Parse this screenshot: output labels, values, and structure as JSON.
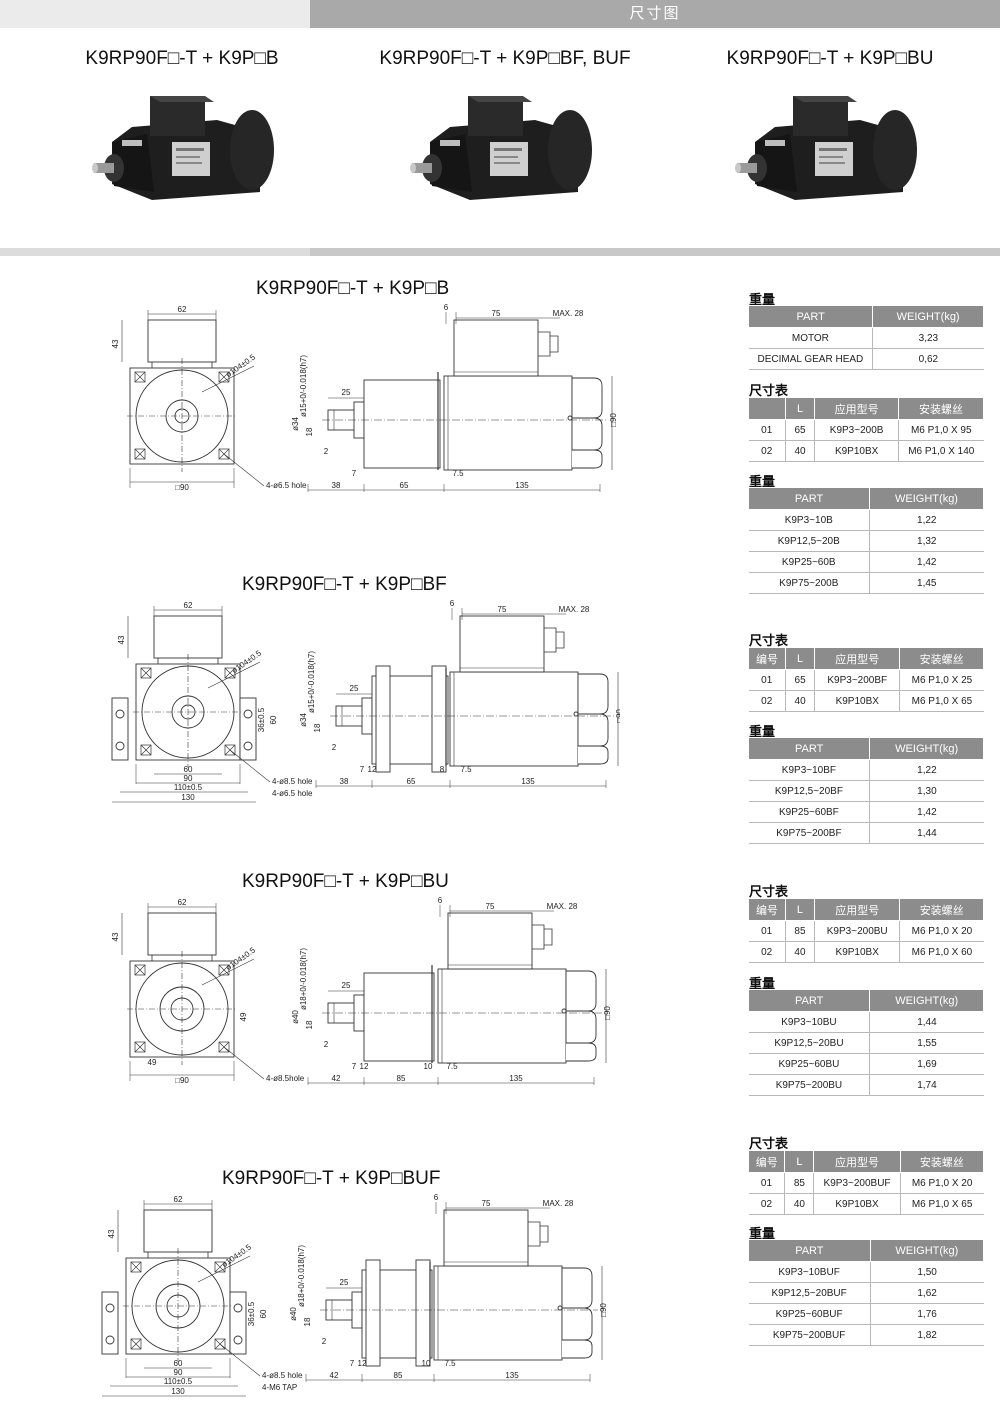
{
  "header": {
    "title": "尺寸图"
  },
  "top_models": [
    "K9RP90F□-T + K9P□B",
    "K9RP90F□-T + K9P□BF, BUF",
    "K9RP90F□-T + K9P□BU"
  ],
  "sections": [
    {
      "title": "K9RP90F□-T + K9P□B",
      "front": {
        "w": "62",
        "h": "43",
        "bolt": "ø104±0.5",
        "hole": "4-ø6.5 hole",
        "side": "□90",
        "extra": []
      },
      "side": {
        "shaft": "ø15+0/-0.018(h7)",
        "boss": "ø34",
        "key": "18",
        "len25": "25",
        "d6": "6",
        "d75": "75",
        "max": "MAX. 28",
        "d2": "2",
        "d7": "7",
        "d12": "",
        "dgap": "",
        "d75b": "7.5",
        "a": "38",
        "b": "65",
        "c": "135",
        "sq": "□90"
      }
    },
    {
      "title": "K9RP90F□-T + K9P□BF",
      "front": {
        "w": "62",
        "h": "43",
        "bolt": "ø104±0.5",
        "hole": "4-ø8.5 hole",
        "side": "130",
        "extra": [
          "4-ø6.5 hole",
          "60",
          "90",
          "110±0.5",
          "36±0.5",
          "60"
        ]
      },
      "side": {
        "shaft": "ø15+0/-0.018(h7)",
        "boss": "ø34",
        "key": "18",
        "len25": "25",
        "d6": "6",
        "d75": "75",
        "max": "MAX. 28",
        "d2": "2",
        "d7": "7",
        "d12": "12",
        "dgap": "8",
        "d75b": "7.5",
        "a": "38",
        "b": "65",
        "c": "135",
        "sq": "□90"
      }
    },
    {
      "title": "K9RP90F□-T + K9P□BU",
      "front": {
        "w": "62",
        "h": "43",
        "bolt": "ø104±0.5",
        "hole": "4-ø8.5hole",
        "side": "□90",
        "extra": [
          "49",
          "49"
        ]
      },
      "side": {
        "shaft": "ø18+0/-0.018(h7)",
        "boss": "ø40",
        "key": "18",
        "len25": "25",
        "d6": "6",
        "d75": "75",
        "max": "MAX. 28",
        "d2": "2",
        "d7": "7",
        "d12": "12",
        "dgap": "10",
        "d75b": "7.5",
        "a": "42",
        "b": "85",
        "c": "135",
        "sq": "□90"
      }
    },
    {
      "title": "K9RP90F□-T + K9P□BUF",
      "front": {
        "w": "62",
        "h": "43",
        "bolt": "ø104±0.5",
        "hole": "4-ø8.5 hole",
        "side": "130",
        "extra": [
          "4-M6 TAP",
          "60",
          "90",
          "110±0.5",
          "36±0.5",
          "60"
        ]
      },
      "side": {
        "shaft": "ø18+0/-0.018(h7)",
        "boss": "ø40",
        "key": "18",
        "len25": "25",
        "d6": "6",
        "d75": "75",
        "max": "MAX. 28",
        "d2": "2",
        "d7": "7",
        "d12": "12",
        "dgap": "10",
        "d75b": "7.5",
        "a": "42",
        "b": "85",
        "c": "135",
        "sq": "□90"
      }
    }
  ],
  "tables": {
    "label_weight": "重量",
    "label_dim": "尺寸表",
    "motor_weight": {
      "headers": [
        "PART",
        "WEIGHT(kg)"
      ],
      "rows": [
        [
          "MOTOR",
          "3,23"
        ],
        [
          "DECIMAL GEAR HEAD",
          "0,62"
        ]
      ]
    },
    "dim_b": {
      "headers": [
        "",
        "L",
        "应用型号",
        "安装螺丝"
      ],
      "rows": [
        [
          "01",
          "65",
          "K9P3~200B",
          "M6 P1,0 X 95"
        ],
        [
          "02",
          "40",
          "K9P10BX",
          "M6 P1,0 X 140"
        ]
      ]
    },
    "weight_b": {
      "headers": [
        "PART",
        "WEIGHT(kg)"
      ],
      "rows": [
        [
          "K9P3~10B",
          "1,22"
        ],
        [
          "K9P12,5~20B",
          "1,32"
        ],
        [
          "K9P25~60B",
          "1,42"
        ],
        [
          "K9P75~200B",
          "1,45"
        ]
      ]
    },
    "dim_bf": {
      "headers": [
        "编号",
        "L",
        "应用型号",
        "安装螺丝"
      ],
      "rows": [
        [
          "01",
          "65",
          "K9P3~200BF",
          "M6 P1,0 X 25"
        ],
        [
          "02",
          "40",
          "K9P10BX",
          "M6 P1,0 X 65"
        ]
      ]
    },
    "weight_bf": {
      "headers": [
        "PART",
        "WEIGHT(kg)"
      ],
      "rows": [
        [
          "K9P3~10BF",
          "1,22"
        ],
        [
          "K9P12,5~20BF",
          "1,30"
        ],
        [
          "K9P25~60BF",
          "1,42"
        ],
        [
          "K9P75~200BF",
          "1,44"
        ]
      ]
    },
    "dim_bu": {
      "headers": [
        "编号",
        "L",
        "应用型号",
        "安装螺丝"
      ],
      "rows": [
        [
          "01",
          "85",
          "K9P3~200BU",
          "M6 P1,0 X 20"
        ],
        [
          "02",
          "40",
          "K9P10BX",
          "M6 P1,0 X 60"
        ]
      ]
    },
    "weight_bu": {
      "headers": [
        "PART",
        "WEIGHT(kg)"
      ],
      "rows": [
        [
          "K9P3~10BU",
          "1,44"
        ],
        [
          "K9P12,5~20BU",
          "1,55"
        ],
        [
          "K9P25~60BU",
          "1,69"
        ],
        [
          "K9P75~200BU",
          "1,74"
        ]
      ]
    },
    "dim_buf": {
      "headers": [
        "编号",
        "L",
        "应用型号",
        "安装螺丝"
      ],
      "rows": [
        [
          "01",
          "85",
          "K9P3~200BUF",
          "M6 P1,0 X 20"
        ],
        [
          "02",
          "40",
          "K9P10BX",
          "M6 P1,0 X 65"
        ]
      ]
    },
    "weight_buf": {
      "headers": [
        "PART",
        "WEIGHT(kg)"
      ],
      "rows": [
        [
          "K9P3~10BUF",
          "1,50"
        ],
        [
          "K9P12,5~20BUF",
          "1,62"
        ],
        [
          "K9P25~60BUF",
          "1,76"
        ],
        [
          "K9P75~200BUF",
          "1,82"
        ]
      ]
    }
  }
}
